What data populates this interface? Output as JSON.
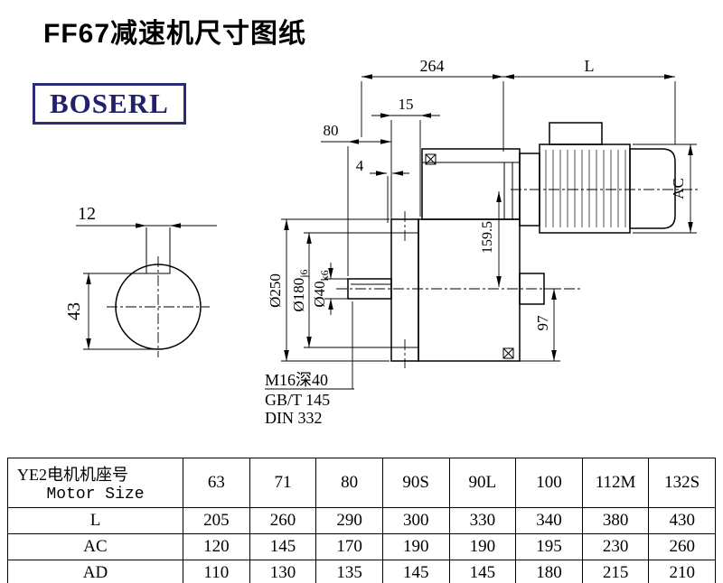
{
  "page": {
    "title": "FF67减速机尺寸图纸",
    "logo_text": "BOSERL"
  },
  "drawing": {
    "labels": {
      "overall_length": "264",
      "motor_length": "L",
      "dim_15": "15",
      "dim_80": "80",
      "dim_4": "4",
      "flange_diameter": "Ø250",
      "spigot_diameter": "Ø180",
      "spigot_fit": "j6",
      "shaft_diameter": "Ø40",
      "shaft_fit": "k6",
      "dim_159_5": "159.5",
      "dim_97": "97",
      "motor_diameter": "AC",
      "key_width": "12",
      "shaft_key_height": "43",
      "tap_note": "M16深40",
      "tap_standard_1": "GB/T 145",
      "tap_standard_2": "DIN 332"
    }
  },
  "table": {
    "header": {
      "line1": "YE2电机机座号",
      "line2": "Motor Size"
    },
    "columns": [
      "63",
      "71",
      "80",
      "90S",
      "90L",
      "100",
      "112M",
      "132S"
    ],
    "rows": [
      {
        "label": "L",
        "values": [
          "205",
          "260",
          "290",
          "300",
          "330",
          "340",
          "380",
          "430"
        ]
      },
      {
        "label": "AC",
        "values": [
          "120",
          "145",
          "170",
          "190",
          "190",
          "195",
          "230",
          "260"
        ]
      },
      {
        "label": "AD",
        "values": [
          "110",
          "130",
          "135",
          "145",
          "145",
          "180",
          "215",
          "210"
        ]
      }
    ]
  }
}
